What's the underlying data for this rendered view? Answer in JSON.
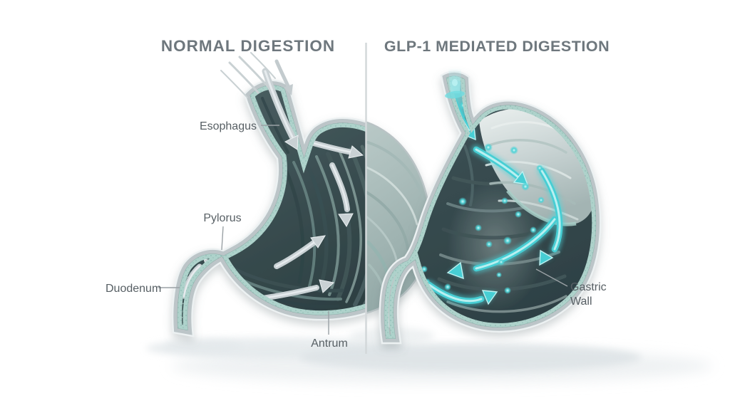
{
  "figure": {
    "subject": "Stomach digestion comparison illustration",
    "panels": {
      "left": {
        "title": "NORMAL DIGESTION"
      },
      "right": {
        "title": "GLP-1 MEDIATED DIGESTION"
      }
    },
    "labels": {
      "esophagus": "Esophagus",
      "pylorus": "Pylorus",
      "duodenum": "Duodenum",
      "antrum": "Antrum",
      "gastric_wall_line1": "Gastric",
      "gastric_wall_line2": "Wall"
    },
    "colors": {
      "title_text": "#6e777d",
      "label_text": "#575f64",
      "leader_line": "#9aa1a5",
      "divider": "#d3d8da",
      "accent_teal": "#46ced4",
      "mucosa_mint": "#aed2cb",
      "wall_gray": "#bcc5c8",
      "cavity_dark": "#3a4e51",
      "flow_arrow_gray": "#c9d1d4"
    }
  }
}
